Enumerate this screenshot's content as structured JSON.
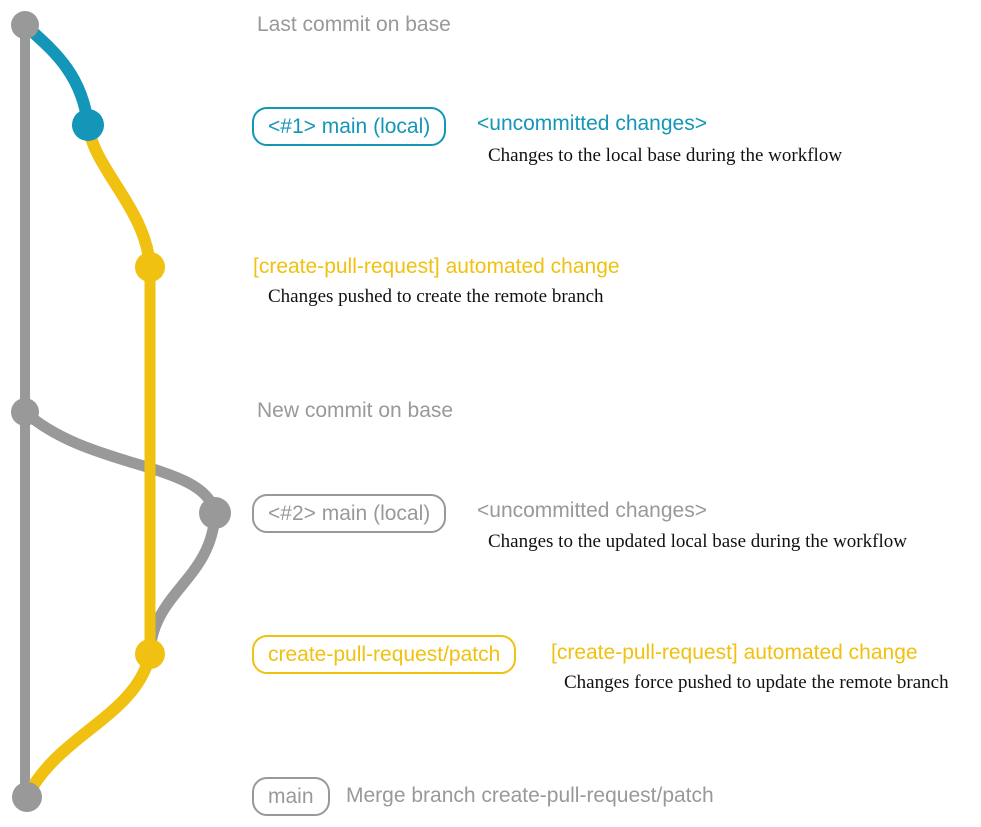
{
  "colors": {
    "base_gray": "#999999",
    "blue": "#1496b8",
    "yellow": "#f0c110",
    "description_text": "#111111",
    "background": "#ffffff"
  },
  "graph": {
    "branches": [
      {
        "name": "base",
        "color": "#999999"
      },
      {
        "name": "main (local)",
        "color": "#1496b8"
      },
      {
        "name": "create-pull-request/patch",
        "color": "#f0c110"
      }
    ],
    "commits": [
      {
        "branch": "base",
        "annotation": "Last commit on base"
      },
      {
        "branch": "main (local)",
        "annotation": "<#1> main (local) <uncommitted changes>"
      },
      {
        "branch": "create-pull-request/patch",
        "annotation": "[create-pull-request] automated change"
      },
      {
        "branch": "base",
        "annotation": "New commit on base"
      },
      {
        "branch": "main (local)",
        "annotation": "<#2> main (local) <uncommitted changes>"
      },
      {
        "branch": "create-pull-request/patch",
        "annotation": "create-pull-request/patch [create-pull-request] automated change"
      },
      {
        "branch": "base",
        "annotation": "main Merge branch create-pull-request/patch"
      }
    ]
  },
  "annotations": {
    "last_commit": {
      "title": "Last commit on base"
    },
    "uncommitted_1": {
      "badge": "<#1> main (local)",
      "label": "<uncommitted changes>",
      "description": "Changes to the local base during the workflow"
    },
    "automated_change_1": {
      "label": "[create-pull-request] automated change",
      "description": "Changes pushed to create the remote branch"
    },
    "new_commit": {
      "title": "New commit on base"
    },
    "uncommitted_2": {
      "badge": "<#2> main (local)",
      "label": "<uncommitted changes>",
      "description": "Changes to the updated local base during the workflow"
    },
    "automated_change_2": {
      "badge": "create-pull-request/patch",
      "label": "[create-pull-request] automated change",
      "description": "Changes force pushed to update the remote branch"
    },
    "merge": {
      "badge": "main",
      "label": "Merge branch create-pull-request/patch"
    }
  }
}
